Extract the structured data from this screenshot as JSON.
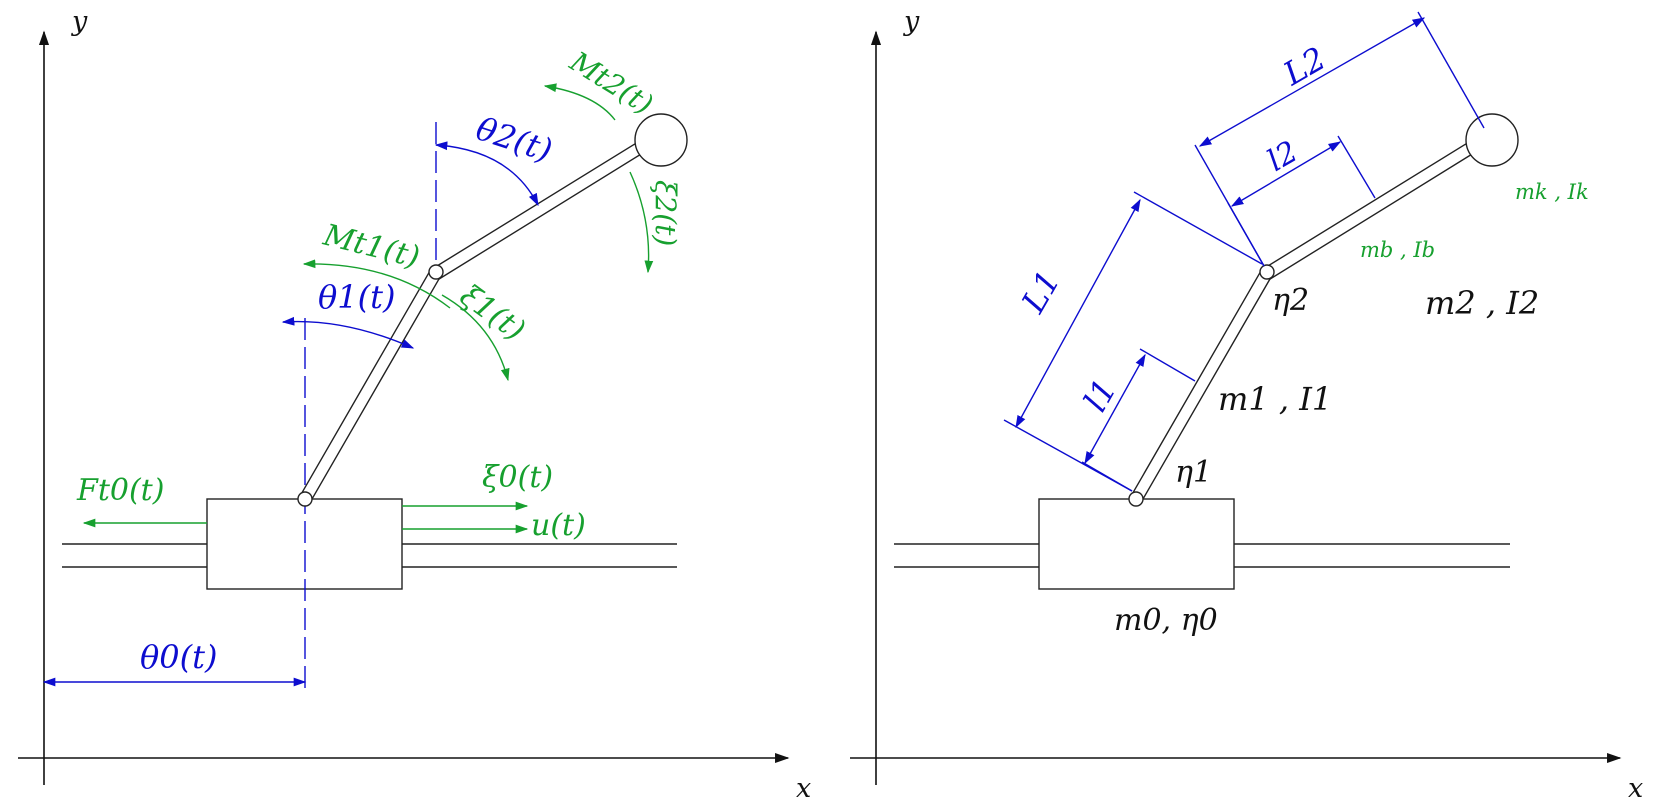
{
  "colors": {
    "blue": "#0d0dcf",
    "green": "#17a02f",
    "black": "#111111"
  },
  "left_panel": {
    "axis_x": "x",
    "axis_y": "y",
    "theta0": "θ0(t)",
    "theta1": "θ1(t)",
    "theta2": "θ2(t)",
    "force": "Ft0(t)",
    "xi0": "ξ0(t)",
    "u": "u(t)",
    "mt1": "Mt1(t)",
    "mt2": "Mt2(t)",
    "xi1": "ξ1(t)",
    "xi2": "ξ2(t)"
  },
  "right_panel": {
    "axis_x": "x",
    "axis_y": "y",
    "L1": "L1",
    "l1": "l1",
    "L2": "L2",
    "l2": "l2",
    "eta1": "η1",
    "eta2": "η2",
    "m1I1": "m1 , I1",
    "m2I2": "m2 , I2",
    "m0eta0": "m0, η0",
    "mbIb": "mb , Ib",
    "mkIk": "mk , Ik"
  }
}
